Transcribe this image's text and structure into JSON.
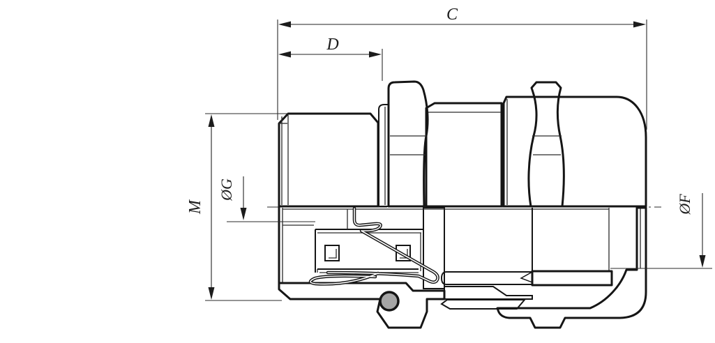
{
  "figure": {
    "subject": "cable gland half-section technical drawing",
    "dimension_labels": {
      "overall_length": "C",
      "thread_length": "D",
      "thread_size": "M",
      "inner_diameter": "ØG",
      "clamp_diameter": "ØF"
    },
    "colors": {
      "outline": "#151515",
      "dimension_line": "#222222",
      "metal_mid_gray": "#c3c3c3",
      "nut_gray": "#c8c8c8",
      "cap_light_gray": "#dedede",
      "rib_gray": "#d8d8d8",
      "section_gray": "#b2b2b2",
      "seal_dark_gray": "#9a9a9a",
      "o_ring_gray": "#a6a6a6",
      "background": "#ffffff"
    }
  }
}
